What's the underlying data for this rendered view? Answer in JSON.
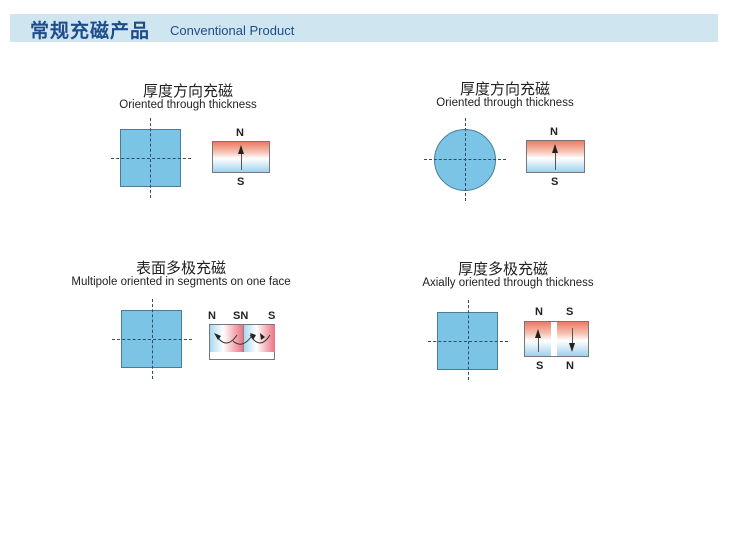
{
  "header": {
    "title_cn": "常规充磁产品",
    "title_en": "Conventional Product",
    "background_color": "#cfe5ef",
    "text_color": "#1f4d8c"
  },
  "panels": [
    {
      "id": "thickness-square",
      "title_cn": "厚度方向充磁",
      "title_en": "Oriented through thickness",
      "shape": "square",
      "magnet": {
        "type": "single",
        "poles": {
          "top": "N",
          "bottom": "S"
        },
        "arrow": "up"
      }
    },
    {
      "id": "thickness-round",
      "title_cn": "厚度方向充磁",
      "title_en": "Oriented through thickness",
      "shape": "circle",
      "magnet": {
        "type": "single",
        "poles": {
          "top": "N",
          "bottom": "S"
        },
        "arrow": "up"
      }
    },
    {
      "id": "multipole-face",
      "title_cn": "表面多极充磁",
      "title_en": "Multipole oriented in segments on one face",
      "shape": "square",
      "magnet": {
        "type": "multipole-face",
        "poles_top": [
          "N",
          "SN",
          "S"
        ]
      }
    },
    {
      "id": "axial-multipole",
      "title_cn": "厚度多极充磁",
      "title_en": "Axially oriented through thickness",
      "shape": "square",
      "magnet": {
        "type": "split",
        "poles_top": [
          "N",
          "S"
        ],
        "poles_bottom": [
          "S",
          "N"
        ],
        "arrows": [
          "up",
          "down"
        ]
      }
    }
  ],
  "colors": {
    "shape_fill": "#7cc4e6",
    "north_red": "#ec7b62",
    "south_blue": "#9fd1ee"
  }
}
